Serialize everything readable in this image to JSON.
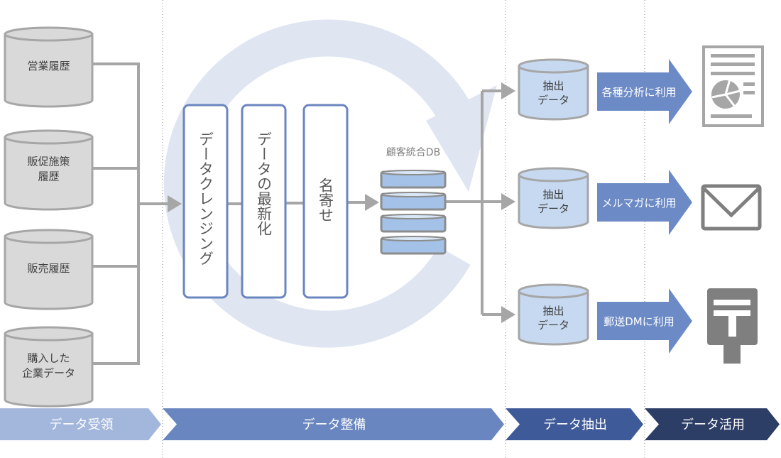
{
  "sources": [
    {
      "lines": [
        "営業履歴"
      ]
    },
    {
      "lines": [
        "販促施策",
        "履歴"
      ]
    },
    {
      "lines": [
        "販売履歴"
      ]
    },
    {
      "lines": [
        "購入した",
        "企業データ"
      ]
    }
  ],
  "processes": [
    {
      "label": "データクレンジング"
    },
    {
      "label": "データの最新化"
    },
    {
      "label": "名寄せ"
    }
  ],
  "database": {
    "label": "顧客統合DB"
  },
  "extracts": [
    {
      "lines": [
        "抽出",
        "データ"
      ]
    },
    {
      "lines": [
        "抽出",
        "データ"
      ]
    },
    {
      "lines": [
        "抽出",
        "データ"
      ]
    }
  ],
  "uses": [
    {
      "label": "各種分析に利用",
      "icon": "report-chart-icon"
    },
    {
      "label": "メルマガに利用",
      "icon": "mail-envelope-icon"
    },
    {
      "label": "郵送DMに利用",
      "icon": "postbox-icon"
    }
  ],
  "phases": [
    {
      "label": "データ受領",
      "color": "#a3b6db"
    },
    {
      "label": "データ整備",
      "color": "#6a86c0"
    },
    {
      "label": "データ抽出",
      "color": "#3f5a99"
    },
    {
      "label": "データ活用",
      "color": "#2c3d66"
    }
  ],
  "colors": {
    "cylinder_gray": "#d9d9d9",
    "cylinder_blue": "#c6d9f1",
    "db_blue": "#a4c2e8",
    "process_border": "#6a86c0",
    "use_arrow": "#6c8ac5",
    "cycle": "#dfe5f1",
    "connector": "#a6a6a6",
    "icon": "#7f7f7f"
  }
}
